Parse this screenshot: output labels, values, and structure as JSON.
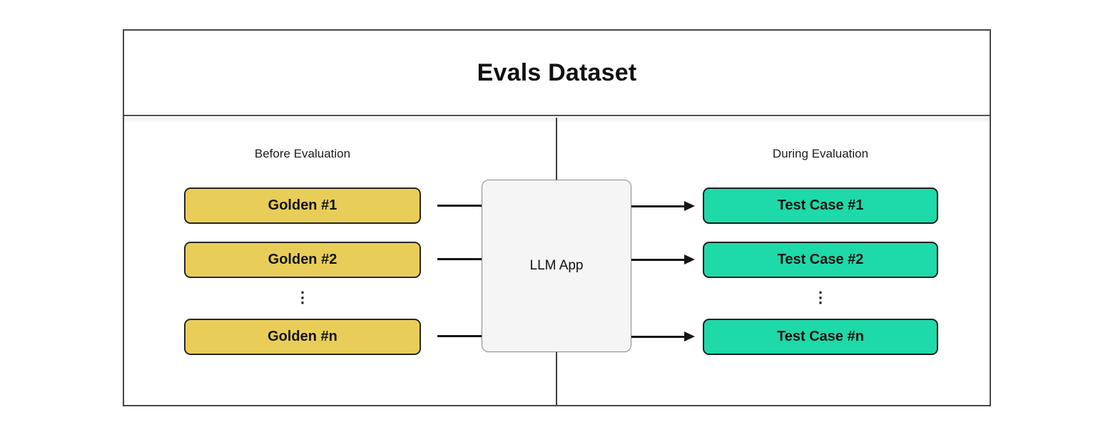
{
  "diagram": {
    "title": "Evals Dataset",
    "left_section": {
      "heading": "Before Evaluation",
      "items": [
        "Golden #1",
        "Golden #2",
        "Golden #n"
      ],
      "ellipsis": "⋮"
    },
    "center": {
      "label": "LLM App"
    },
    "right_section": {
      "heading": "During Evaluation",
      "items": [
        "Test Case #1",
        "Test Case #2",
        "Test Case #n"
      ],
      "ellipsis": "⋮"
    },
    "colors": {
      "golden_fill": "#e8ce58",
      "test_case_fill": "#1ed9a8",
      "llm_app_fill": "#f5f5f5",
      "line_color": "#161616"
    }
  }
}
